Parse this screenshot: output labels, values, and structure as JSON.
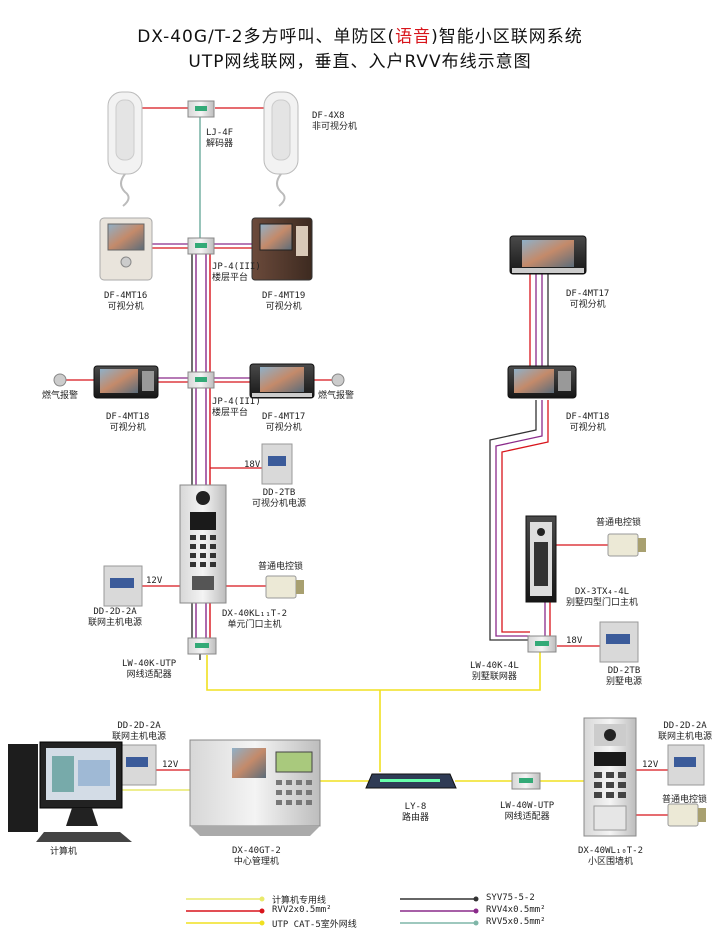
{
  "title": {
    "line1_pre": "DX-40G/T-2多方呼叫、单防区(",
    "line1_red": "语音",
    "line1_post": ")智能小区联网系统",
    "line2": "UTP网线联网，垂直、入户RVV布线示意图"
  },
  "devices": {
    "df4x8": {
      "model": "DF-4X8",
      "desc": "非可视分机"
    },
    "lj4f": {
      "model": "LJ-4F",
      "desc": "解码器"
    },
    "df4mt16": {
      "model": "DF-4MT16",
      "desc": "可视分机"
    },
    "jp4_1": {
      "model": "JP-4(III)",
      "desc": "楼层平台"
    },
    "df4mt19": {
      "model": "DF-4MT19",
      "desc": "可视分机"
    },
    "df4mt17_r": {
      "model": "DF-4MT17",
      "desc": "可视分机"
    },
    "gas_l": {
      "desc": "燃气报警"
    },
    "gas_r": {
      "desc": "燃气报警"
    },
    "df4mt18_l": {
      "model": "DF-4MT18",
      "desc": "可视分机"
    },
    "jp4_2": {
      "model": "JP-4(III)",
      "desc": "楼层平台"
    },
    "df4mt17_c": {
      "model": "DF-4MT17",
      "desc": "可视分机"
    },
    "df4mt18_r": {
      "model": "DF-4MT18",
      "desc": "可视分机"
    },
    "v18_a": "18V",
    "dd2tb_1": {
      "model": "DD-2TB",
      "desc": "可视分机电源"
    },
    "lock_1": {
      "desc": "普通电控锁"
    },
    "dx3tx": {
      "model": "DX-3TX₄-4L",
      "desc": "别墅四型门口主机"
    },
    "v12_a": "12V",
    "dd2d2a_1": {
      "model": "DD-2D-2A",
      "desc": "联网主机电源"
    },
    "lock_2": {
      "desc": "普通电控锁"
    },
    "dx40kl": {
      "model": "DX-40KL₁₁T-2",
      "desc": "单元门口主机"
    },
    "v18_b": "18V",
    "dd2tb_2": {
      "model": "DD-2TB",
      "desc": "别墅电源"
    },
    "lw40kutp": {
      "model": "LW-40K-UTP",
      "desc": "网线适配器"
    },
    "lw40k4l": {
      "model": "LW-40K-4L",
      "desc": "别墅联网器"
    },
    "dd2d2a_2": {
      "model": "DD-2D-2A",
      "desc": "联网主机电源"
    },
    "v12_b": "12V",
    "dd2d2a_3": {
      "model": "DD-2D-2A",
      "desc": "联网主机电源"
    },
    "v12_c": "12V",
    "ly8": {
      "model": "LY-8",
      "desc": "路由器"
    },
    "lw40wutp": {
      "model": "LW-40W-UTP",
      "desc": "网线适配器"
    },
    "lock_3": {
      "desc": "普通电控锁"
    },
    "computer": {
      "desc": "计算机"
    },
    "dx40gt2": {
      "model": "DX-40GT-2",
      "desc": "中心管理机"
    },
    "dx40wl": {
      "model": "DX-40WL₁₀T-2",
      "desc": "小区围墙机"
    }
  },
  "legend": [
    {
      "label": "计算机专用线",
      "color": "#e9e96a"
    },
    {
      "label": "RVV2x0.5mm²",
      "color": "#d8141b"
    },
    {
      "label": "UTP CAT-5室外网线",
      "color": "#f0e020"
    },
    {
      "label": "SYV75-5-2",
      "color": "#333333"
    },
    {
      "label": "RVV4x0.5mm²",
      "color": "#8a2a8a"
    },
    {
      "label": "RVV5x0.5mm²",
      "color": "#7fb6a8"
    }
  ],
  "colors": {
    "red_line": "#d8141b",
    "purple_line": "#8a2a8a",
    "teal_line": "#7fb6a8",
    "black_line": "#333333",
    "yellow_line": "#f0e020"
  }
}
